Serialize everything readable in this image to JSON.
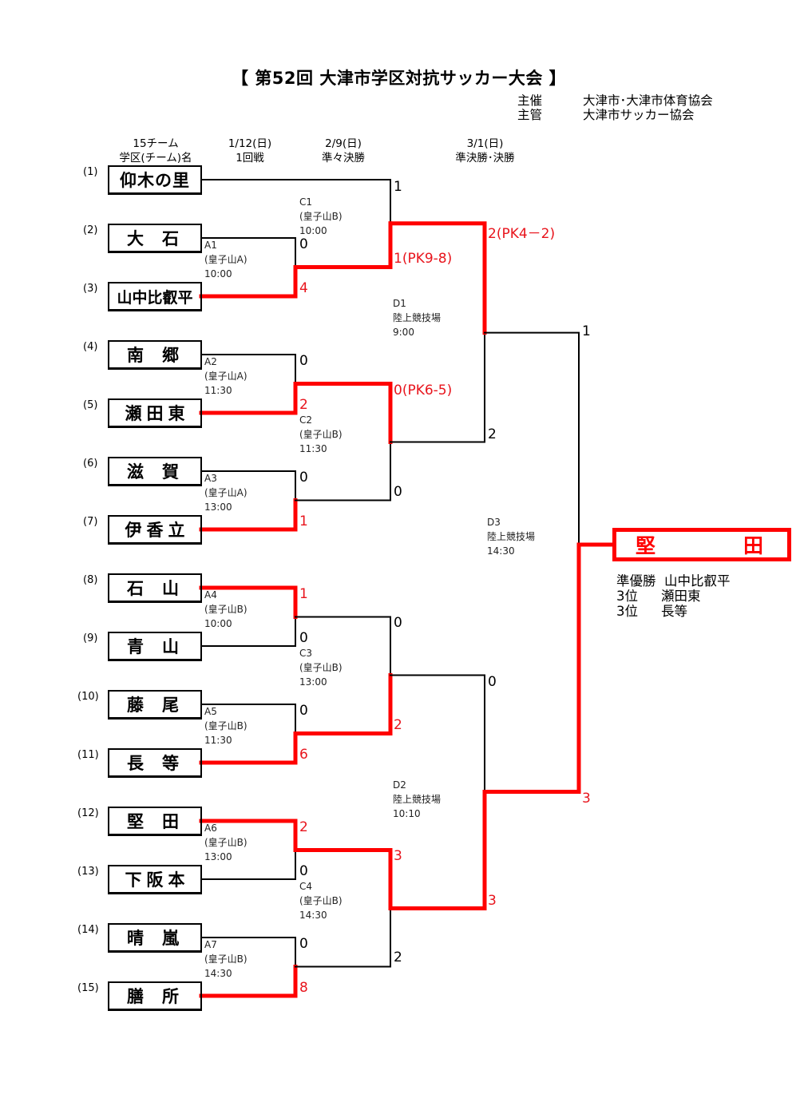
{
  "title": "【 第52回 大津市学区対抗サッカー大会 】",
  "organizers": [
    {
      "role": "主催",
      "name": "大津市･大津市体育協会"
    },
    {
      "role": "主管",
      "name": "大津市サッカー協会"
    }
  ],
  "headers": {
    "teams": [
      "15チーム",
      "学区(チーム)名"
    ],
    "round1": [
      "1/12(日)",
      "1回戦"
    ],
    "quarter": [
      "2/9(日)",
      "準々決勝"
    ],
    "semi_final": [
      "3/1(日)",
      "準決勝･決勝"
    ]
  },
  "teams": [
    {
      "seed": "(1)",
      "name": "仰木の里"
    },
    {
      "seed": "(2)",
      "name": "大　石"
    },
    {
      "seed": "(3)",
      "name": "山中比叡平"
    },
    {
      "seed": "(4)",
      "name": "南　郷"
    },
    {
      "seed": "(5)",
      "name": "瀬田東"
    },
    {
      "seed": "(6)",
      "name": "滋　賀"
    },
    {
      "seed": "(7)",
      "name": "伊香立"
    },
    {
      "seed": "(8)",
      "name": "石　山"
    },
    {
      "seed": "(9)",
      "name": "青　山"
    },
    {
      "seed": "(10)",
      "name": "藤　尾"
    },
    {
      "seed": "(11)",
      "name": "長　等"
    },
    {
      "seed": "(12)",
      "name": "堅　田"
    },
    {
      "seed": "(13)",
      "name": "下阪本"
    },
    {
      "seed": "(14)",
      "name": "晴　嵐"
    },
    {
      "seed": "(15)",
      "name": "膳　所"
    }
  ],
  "matches": {
    "A1": {
      "code": "A1",
      "venue": "(皇子山A)",
      "time": "10:00",
      "score_top": "0",
      "score_bottom": "4"
    },
    "A2": {
      "code": "A2",
      "venue": "(皇子山A)",
      "time": "11:30",
      "score_top": "0",
      "score_bottom": "2"
    },
    "A3": {
      "code": "A3",
      "venue": "(皇子山A)",
      "time": "13:00",
      "score_top": "0",
      "score_bottom": "1"
    },
    "A4": {
      "code": "A4",
      "venue": "(皇子山B)",
      "time": "10:00",
      "score_top": "1",
      "score_bottom": "0"
    },
    "A5": {
      "code": "A5",
      "venue": "(皇子山B)",
      "time": "11:30",
      "score_top": "0",
      "score_bottom": "6"
    },
    "A6": {
      "code": "A6",
      "venue": "(皇子山B)",
      "time": "13:00",
      "score_top": "2",
      "score_bottom": "0"
    },
    "A7": {
      "code": "A7",
      "venue": "(皇子山B)",
      "time": "14:30",
      "score_top": "0",
      "score_bottom": "8"
    },
    "C1": {
      "code": "C1",
      "venue": "(皇子山B)",
      "time": "10:00",
      "score_top": "1",
      "score_bottom": "1(PK9-8)"
    },
    "C2": {
      "code": "C2",
      "venue": "(皇子山B)",
      "time": "11:30",
      "score_top": "0(PK6-5)",
      "score_bottom": "0"
    },
    "C3": {
      "code": "C3",
      "venue": "(皇子山B)",
      "time": "13:00",
      "score_top": "0",
      "score_bottom": "2"
    },
    "C4": {
      "code": "C4",
      "venue": "(皇子山B)",
      "time": "14:30",
      "score_top": "3",
      "score_bottom": "2"
    },
    "D1": {
      "code": "D1",
      "venue": "陸上競技場",
      "time": "9:00",
      "score_top": "2(PK4－2)",
      "score_bottom": "2"
    },
    "D2": {
      "code": "D2",
      "venue": "陸上競技場",
      "time": "10:10",
      "score_top": "0",
      "score_bottom": "3"
    },
    "D3": {
      "code": "D3",
      "venue": "陸上競技場",
      "time": "14:30",
      "score_top": "1",
      "score_bottom": "3"
    }
  },
  "champion": {
    "name_left": "堅",
    "name_right": "田"
  },
  "results": [
    {
      "label": "準優勝",
      "team": "山中比叡平"
    },
    {
      "label": "3位",
      "team": "瀬田東"
    },
    {
      "label": "3位",
      "team": "長等"
    }
  ],
  "colors": {
    "winner_line": "#ff0000",
    "line": "#000000",
    "winner_score": "#e8141c"
  }
}
